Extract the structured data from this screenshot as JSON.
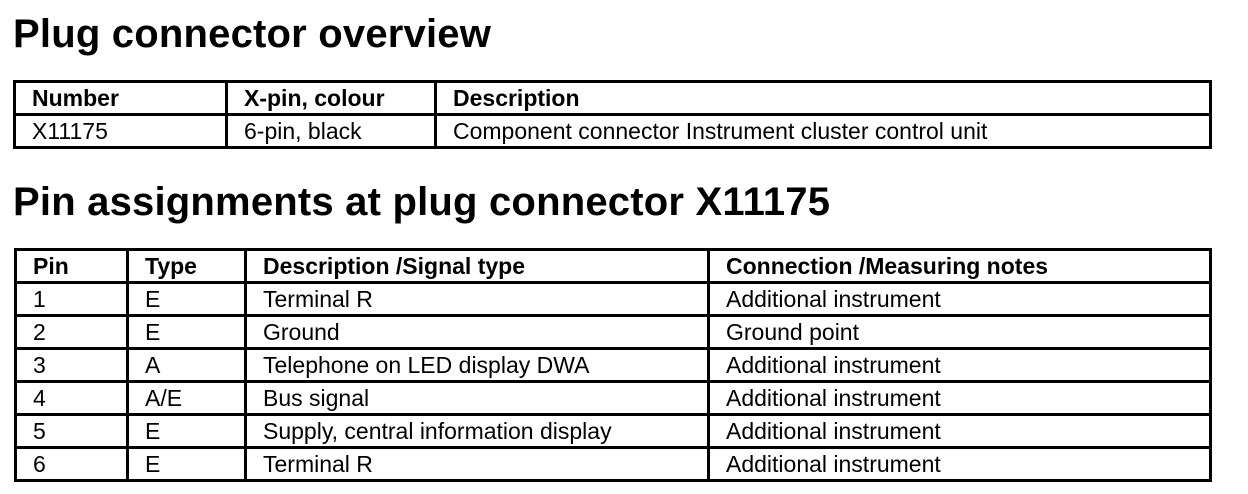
{
  "overview": {
    "title": "Plug connector overview",
    "headers": [
      "Number",
      "X-pin, colour",
      "Description"
    ],
    "rows": [
      [
        "X11175",
        "6-pin, black",
        "Component connector Instrument cluster control unit"
      ]
    ]
  },
  "pins": {
    "title": "Pin assignments at plug connector X11175",
    "headers": [
      "Pin",
      "Type",
      "Description /Signal type",
      "Connection /Measuring notes"
    ],
    "rows": [
      [
        "1",
        "E",
        "Terminal R",
        "Additional instrument"
      ],
      [
        "2",
        "E",
        "Ground",
        "Ground point"
      ],
      [
        "3",
        "A",
        "Telephone on LED display DWA",
        "Additional instrument"
      ],
      [
        "4",
        "A/E",
        "Bus signal",
        "Additional instrument"
      ],
      [
        "5",
        "E",
        "Supply, central information display",
        "Additional instrument"
      ],
      [
        "6",
        "E",
        "Terminal R",
        "Additional instrument"
      ]
    ]
  }
}
